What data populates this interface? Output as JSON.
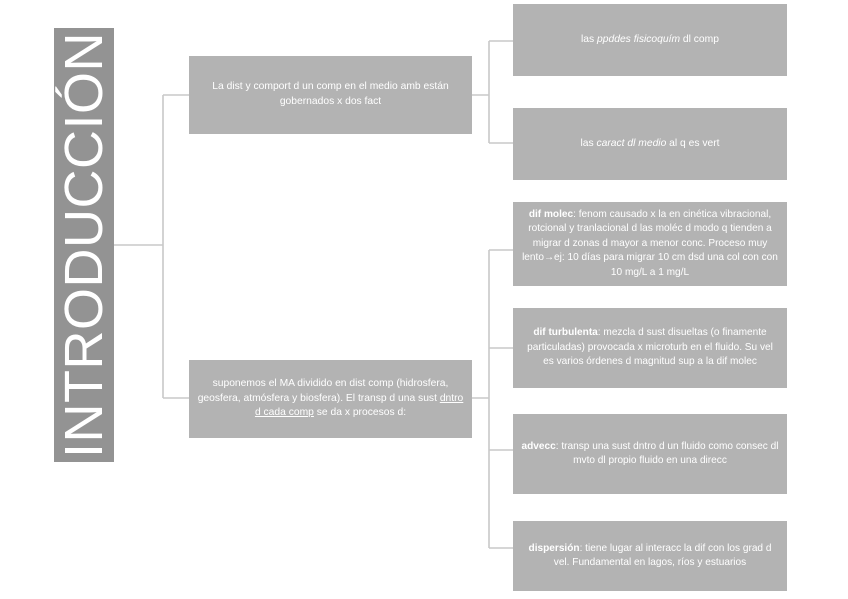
{
  "diagram": {
    "title": "INTRODUCCIÓN",
    "colors": {
      "title_block": "#939393",
      "node_fill": "#b3b3b3",
      "node_text": "#ffffff",
      "connector": "#c8c8c8",
      "background": "#ffffff"
    },
    "nodes": {
      "factores": {
        "text": "La dist y comport d un comp en el medio amb están gobernados x dos fact"
      },
      "ppddes": {
        "prefix": "las ",
        "italic": "ppddes fisicoquím",
        "suffix": " dl comp"
      },
      "caract": {
        "prefix": "las ",
        "italic": "caract dl medio",
        "suffix": " al q es vert"
      },
      "compartimentos": {
        "part1": "suponemos el MA dividido en dist comp (hidrosfera, geosfera, atmósfera y biosfera). El transp d una sust ",
        "underline": "dntro d cada comp",
        "part2": " se da x procesos d:"
      },
      "dif_molec": {
        "label": "dif molec",
        "text": ": fenom causado x la en cinética vibracional, rotcional y tranlacional d las moléc d modo q tienden a migrar d zonas d mayor a menor conc. Proceso muy lento→ej: 10 días para migrar 10 cm dsd una col con con 10 mg/L a 1 mg/L"
      },
      "dif_turbulenta": {
        "label": "dif turbulenta",
        "text": ": mezcla d sust disueltas (o finamente particuladas) provocada x microturb en el fluido. Su vel es varios órdenes d magnitud sup a la dif molec"
      },
      "advecc": {
        "label": "advecc",
        "text": ": transp una sust dntro d un fluido como consec dl mvto dl propio fluido en una direcc"
      },
      "dispersion": {
        "label": "dispersión",
        "text": ": tiene lugar al interacc la dif con los grad d vel. Fundamental en lagos, ríos y estuarios"
      }
    }
  }
}
